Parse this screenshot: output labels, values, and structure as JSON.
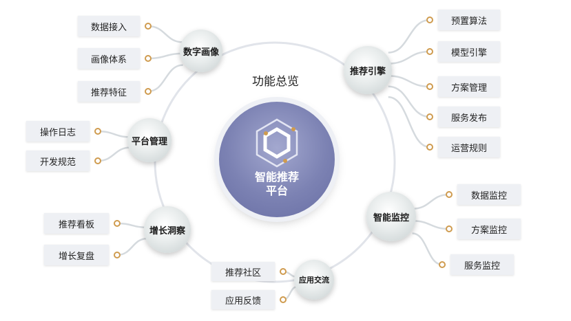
{
  "title": "功能总览",
  "center": {
    "label_line1": "智能推荐",
    "label_line2": "平台",
    "icon": "hexagon-cube-icon"
  },
  "colors": {
    "accent_dot": "#cf9b4e",
    "center_fill": "#7c82b3",
    "ring": "#e1e4ea",
    "leaf_fill": "#eef0f4"
  },
  "hubs": [
    {
      "id": "shuzi",
      "label": "数字画像",
      "leaves": [
        "数据接入",
        "画像体系",
        "推荐特征"
      ]
    },
    {
      "id": "yinqing",
      "label": "推荐引擎",
      "leaves": [
        "预置算法",
        "模型引擎",
        "方案管理",
        "服务发布",
        "运营规则"
      ]
    },
    {
      "id": "pingtai",
      "label": "平台管理",
      "leaves": [
        "操作日志",
        "开发规范"
      ]
    },
    {
      "id": "jiankong",
      "label": "智能监控",
      "leaves": [
        "数据监控",
        "方案监控",
        "服务监控"
      ]
    },
    {
      "id": "zengzhang",
      "label": "增长洞察",
      "leaves": [
        "推荐看板",
        "增长复盘"
      ]
    },
    {
      "id": "jiaoliu",
      "label": "应用交流",
      "leaves": [
        "推荐社区",
        "应用反馈"
      ]
    }
  ]
}
